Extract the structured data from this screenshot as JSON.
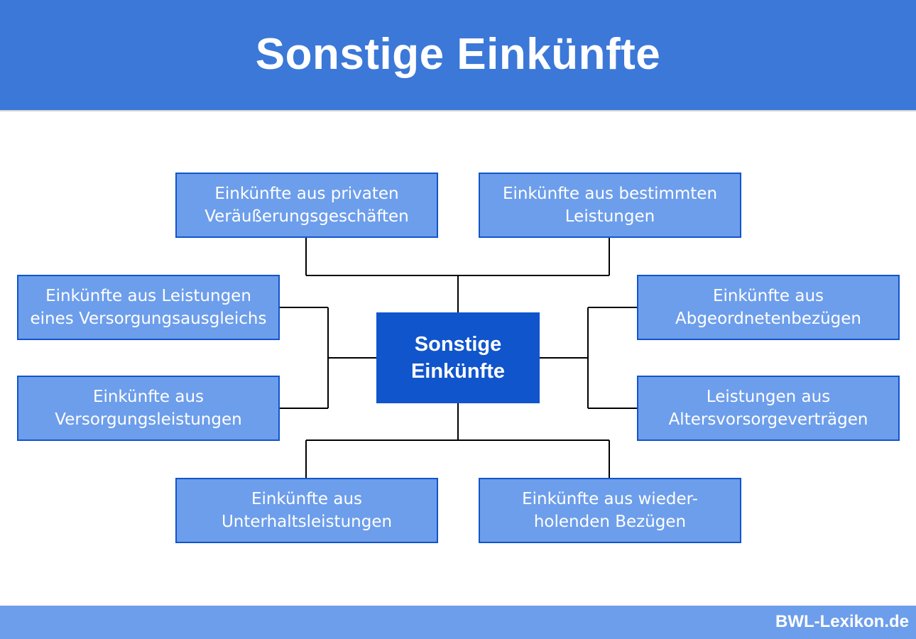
{
  "header": {
    "title": "Sonstige Einkünfte"
  },
  "diagram": {
    "center": "Sonstige\nEinkünfte",
    "top_left": "Einkünfte aus privaten\nVeräußerungsgeschäften",
    "top_right": "Einkünfte aus bestimmten\nLeistungen",
    "left_upper": "Einkünfte aus Leistungen\neines Versorgungsausgleichs",
    "left_lower": "Einkünfte aus\nVersorgungsleistungen",
    "right_upper": "Einkünfte aus\nAbgeordnetenbezügen",
    "right_lower": "Leistungen aus\nAltersvorsorgeverträgen",
    "bottom_left": "Einkünfte aus\nUnterhaltsleistungen",
    "bottom_right": "Einkünfte aus wieder-\nholenden Bezügen"
  },
  "footer": {
    "brand": "BWL-Lexikon.de"
  },
  "colors": {
    "header_bg": "#3b78d8",
    "box_bg": "#6d9eeb",
    "box_border": "#1155cc",
    "center_bg": "#1155cc",
    "footer_bg": "#6d9eeb",
    "connector": "#000000"
  }
}
